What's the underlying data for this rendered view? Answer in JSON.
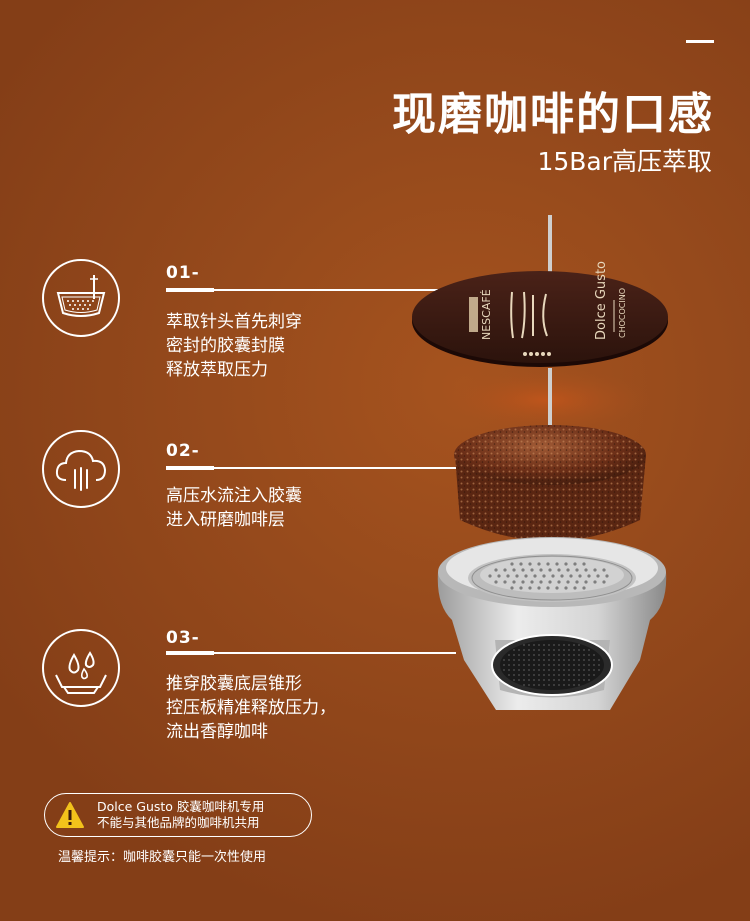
{
  "header": {
    "title": "现磨咖啡的口感",
    "subtitle": "15Bar高压萃取"
  },
  "steps": [
    {
      "number": "01-",
      "icon": "capsule-filter-icon",
      "lines": [
        "萃取针头首先刺穿",
        "密封的胶囊封膜",
        "释放萃取压力"
      ]
    },
    {
      "number": "02-",
      "icon": "cloud-water-flow-icon",
      "lines": [
        "高压水流注入胶囊",
        "进入研磨咖啡层"
      ]
    },
    {
      "number": "03-",
      "icon": "water-drops-cup-icon",
      "lines": [
        "推穿胶囊底层锥形",
        "控压板精准释放压力，",
        "流出香醇咖啡"
      ]
    }
  ],
  "capsule": {
    "brand": "NESCAFÉ",
    "product_line": "Dolce Gusto",
    "flavor": "CHOCOCINO",
    "colors": {
      "lid": "#3a1b14",
      "coffee": "#7a3a1e",
      "cup": "#dedede",
      "filter": "#222222"
    }
  },
  "notice": {
    "warning_line1": "Dolce  Gusto  胶囊咖啡机专用",
    "warning_line2": "不能与其他品牌的咖啡机共用",
    "tip": "温馨提示：咖啡胶囊只能一次性使用"
  },
  "colors": {
    "background": "#964a1c",
    "text": "#ffffff",
    "warning_yellow": "#f2c21b"
  }
}
